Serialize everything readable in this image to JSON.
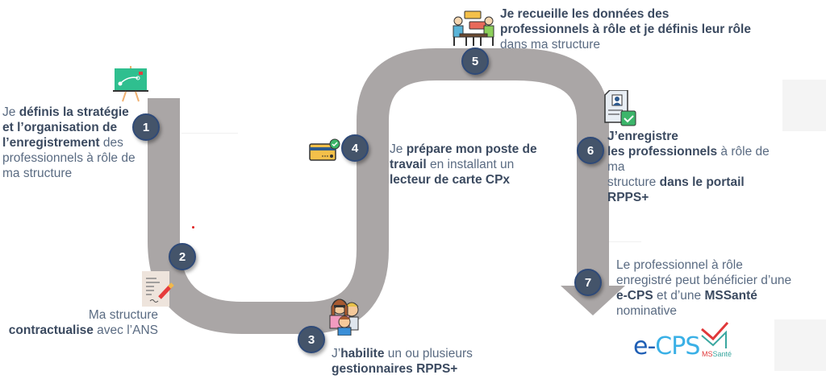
{
  "colors": {
    "road": "#aaa6a6",
    "badge": "#44546a",
    "text": "#5a6b82",
    "text_bold": "#3b4a60",
    "ecps_dark": "#1f5fb5",
    "ecps_light": "#3ab0e6",
    "mssante_red": "#e0383a",
    "mssante_teal": "#3aa7a0"
  },
  "steps": [
    {
      "number": "1",
      "icon": "strategy-board-icon",
      "lines": [
        [
          {
            "t": "Je ",
            "b": false
          },
          {
            "t": "définis la stratégie",
            "b": true
          }
        ],
        [
          {
            "t": "et l’organisation de",
            "b": true
          }
        ],
        [
          {
            "t": "l’enregistrement",
            "b": true
          },
          {
            "t": " des",
            "b": false
          }
        ],
        [
          {
            "t": "professionnels à rôle de",
            "b": false
          }
        ],
        [
          {
            "t": "ma structure",
            "b": false
          }
        ]
      ]
    },
    {
      "number": "2",
      "icon": "signed-contract-icon",
      "lines": [
        [
          {
            "t": "Ma structure",
            "b": false
          }
        ],
        [
          {
            "t": "contractualise",
            "b": true
          },
          {
            "t": " avec l’ANS",
            "b": false
          }
        ]
      ]
    },
    {
      "number": "3",
      "icon": "team-people-icon",
      "lines": [
        [
          {
            "t": "J’",
            "b": false
          },
          {
            "t": "habilite",
            "b": true
          },
          {
            "t": " un ou plusieurs",
            "b": false
          }
        ],
        [
          {
            "t": "gestionnaires RPPS+",
            "b": true
          }
        ]
      ]
    },
    {
      "number": "4",
      "icon": "card-reader-icon",
      "lines": [
        [
          {
            "t": "Je ",
            "b": false
          },
          {
            "t": "prépare mon poste de",
            "b": true
          }
        ],
        [
          {
            "t": "travail",
            "b": true
          },
          {
            "t": " en installant un",
            "b": false
          }
        ],
        [
          {
            "t": "lecteur de carte CPx",
            "b": true
          }
        ]
      ]
    },
    {
      "number": "5",
      "icon": "meeting-discussion-icon",
      "lines": [
        [
          {
            "t": "Je recueille les données des",
            "b": true
          }
        ],
        [
          {
            "t": "professionnels à rôle et je définis leur rôle",
            "b": true
          }
        ],
        [
          {
            "t": "dans ma structure",
            "b": false
          }
        ]
      ]
    },
    {
      "number": "6",
      "icon": "registered-profile-document-icon",
      "lines": [
        [
          {
            "t": "J’enregistre",
            "b": true
          }
        ],
        [
          {
            "t": "les professionnels",
            "b": true
          },
          {
            "t": " à rôle de ma",
            "b": false
          }
        ],
        [
          {
            "t": "structure ",
            "b": false
          },
          {
            "t": "dans le portail RPPS+",
            "b": true
          }
        ]
      ]
    },
    {
      "number": "7",
      "icon": "arrow-end-icon",
      "lines": [
        [
          {
            "t": "Le professionnel à rôle",
            "b": false
          }
        ],
        [
          {
            "t": "enregistré peut bénéficier d’une",
            "b": false
          }
        ],
        [
          {
            "t": "e-CPS",
            "b": true
          },
          {
            "t": " et d’une ",
            "b": false
          },
          {
            "t": "MSSanté",
            "b": true
          }
        ],
        [
          {
            "t": "nominative",
            "b": false
          }
        ]
      ]
    }
  ],
  "logos": {
    "ecps": {
      "prefix": "e-",
      "suffix": "CPS"
    },
    "mssante": {
      "ms": "MS",
      "sante": "Santé"
    }
  }
}
